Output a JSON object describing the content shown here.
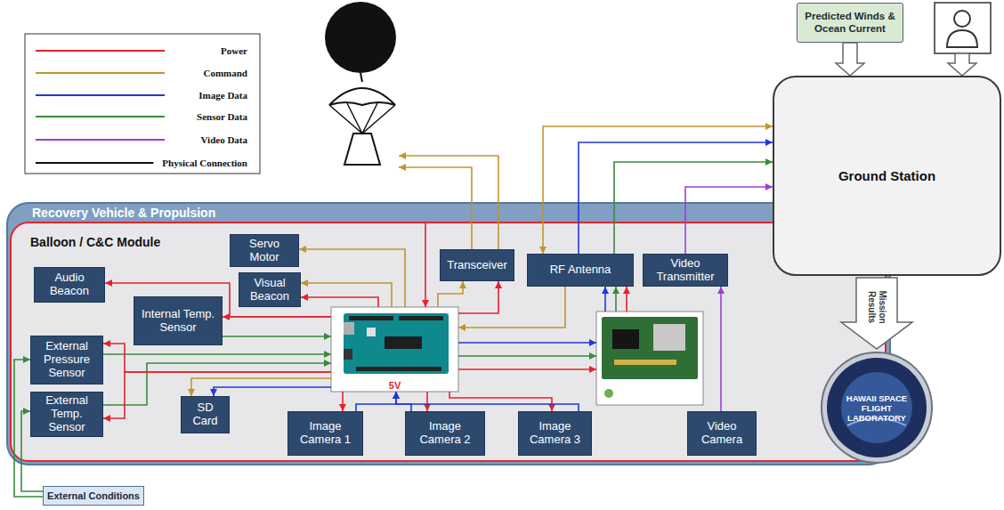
{
  "diagram": {
    "nodes": [
      {
        "text": [
          "Predicted Winds & Ocean Current"
        ]
      },
      {
        "text": [
          "Ground Station"
        ]
      },
      {
        "text": [
          "Recovery Vehicle & Propulsion"
        ]
      },
      {
        "text": [
          "Balloon / C&C Module"
        ],
        "in": 2
      },
      {
        "text": [
          "Servo Motor"
        ],
        "in": 3
      },
      {
        "text": [
          "Visual Beacon"
        ],
        "in": 3
      },
      {
        "text": [
          "Audio Beacon"
        ],
        "in": 3
      },
      {
        "text": [
          "Internal Temp. Sensor"
        ],
        "in": 3
      },
      {
        "text": [
          "Transceiver"
        ],
        "in": 3
      },
      {
        "text": [
          "RF Antenna"
        ],
        "in": 3
      },
      {
        "text": [
          "Video Transmitter"
        ],
        "in": 3
      },
      {
        "text": [
          "5V"
        ],
        "in": 3
      },
      {
        "text": [
          "External Pressure Sensor"
        ],
        "in": 3
      },
      {
        "text": [
          "External Temp. Sensor"
        ],
        "in": 3
      },
      {
        "text": [
          "SD Card"
        ],
        "in": 3
      },
      {
        "text": [
          "Image Camera 1"
        ],
        "in": 3
      },
      {
        "text": [
          "Image Camera 2"
        ],
        "in": 3
      },
      {
        "text": [
          "Image Camera 3"
        ],
        "in": 3
      },
      {
        "text": [
          "Video Camera"
        ],
        "in": 3
      },
      {
        "text": [
          "External Conditions"
        ]
      }
    ],
    "edges": [
      {
        "from": 0,
        "to": 1,
        "arrow": "to"
      },
      {
        "from": 9,
        "to": 1,
        "arrow": "both"
      },
      {
        "from": 9,
        "to": 1,
        "arrow": "to"
      },
      {
        "from": 9,
        "to": 1,
        "arrow": "to"
      },
      {
        "from": 10,
        "to": 1,
        "arrow": "to"
      },
      {
        "from": 18,
        "to": 10,
        "arrow": "to"
      },
      {
        "from": 3,
        "to": 11,
        "arrow": "to"
      },
      {
        "from": 11,
        "to": 4,
        "arrow": "to"
      },
      {
        "from": 11,
        "to": 5,
        "arrow": "to"
      },
      {
        "from": 11,
        "to": 5,
        "arrow": "to"
      },
      {
        "from": 11,
        "to": 6,
        "arrow": "to"
      },
      {
        "from": 11,
        "to": 7,
        "arrow": "to"
      },
      {
        "from": 7,
        "to": 11,
        "arrow": "to"
      },
      {
        "from": 12,
        "to": 11,
        "arrow": "to"
      },
      {
        "from": 13,
        "to": 11,
        "arrow": "to"
      },
      {
        "from": 11,
        "to": 12,
        "arrow": "to"
      },
      {
        "from": 11,
        "to": 13,
        "arrow": "to"
      },
      {
        "from": 11,
        "to": 14,
        "arrow": "to"
      },
      {
        "from": 11,
        "to": 14,
        "arrow": "to"
      },
      {
        "from": 11,
        "to": 15,
        "arrow": "to"
      },
      {
        "from": 11,
        "to": 16,
        "arrow": "to"
      },
      {
        "from": 11,
        "to": 17,
        "arrow": "to"
      },
      {
        "from": 15,
        "to": 11,
        "arrow": "to"
      },
      {
        "from": 16,
        "to": 11,
        "arrow": "to"
      },
      {
        "from": 17,
        "to": 11,
        "arrow": "to"
      },
      {
        "from": 11,
        "to": 8,
        "arrow": "to"
      },
      {
        "from": 11,
        "to": 8,
        "arrow": "to"
      },
      {
        "from": 9,
        "to": 11,
        "arrow": "to"
      },
      {
        "from": 19,
        "to": 12,
        "arrow": "to"
      },
      {
        "from": 19,
        "to": 13,
        "arrow": "to"
      }
    ],
    "labels": [
      "Mission Results",
      "HAWAII SPACE FLIGHT LABORATORY"
    ],
    "legend": [
      {
        "text": "Power"
      },
      {
        "text": "Command"
      },
      {
        "text": "Image Data"
      },
      {
        "text": "Sensor Data"
      },
      {
        "text": "Video Data"
      },
      {
        "text": "Physical Connection"
      }
    ]
  }
}
